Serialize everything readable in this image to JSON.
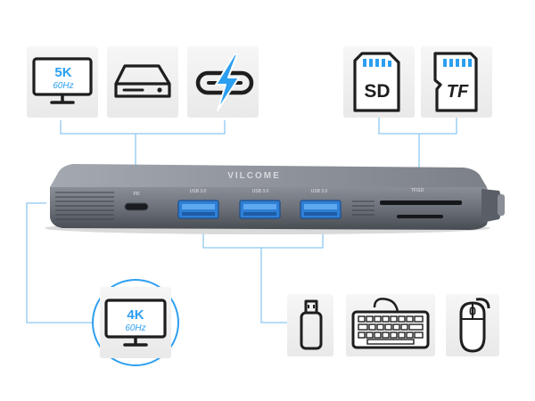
{
  "product": {
    "brand": "VILCOME",
    "port_labels": {
      "pd": "PD",
      "usb1": "USB 3.0",
      "usb2": "USB 3.0",
      "usb3": "USB 3.0",
      "card": "TF/SD"
    }
  },
  "icons": {
    "monitor_5k": {
      "name": "monitor-icon",
      "line1": "5K",
      "line2": "60Hz"
    },
    "monitor_4k": {
      "name": "monitor-icon",
      "line1": "4K",
      "line2": "60Hz"
    },
    "hdd": {
      "name": "hard-drive-icon"
    },
    "charge": {
      "name": "usb-c-charging-icon"
    },
    "sd": {
      "name": "sd-card-icon",
      "label": "SD"
    },
    "tf": {
      "name": "tf-card-icon",
      "label": "TF"
    },
    "usb_stick": {
      "name": "usb-flash-drive-icon"
    },
    "keyboard": {
      "name": "keyboard-icon"
    },
    "mouse": {
      "name": "mouse-icon"
    }
  },
  "colors": {
    "accent_blue": "#2d9ff0",
    "connector_line": "#8ec8f2",
    "hub_body": "#6c7078",
    "hub_top": "#9ca0a8",
    "usb_port": "#2f7fd6",
    "icon_stroke": "#1e1e1e",
    "tile_bg": "#f1f1f1"
  }
}
